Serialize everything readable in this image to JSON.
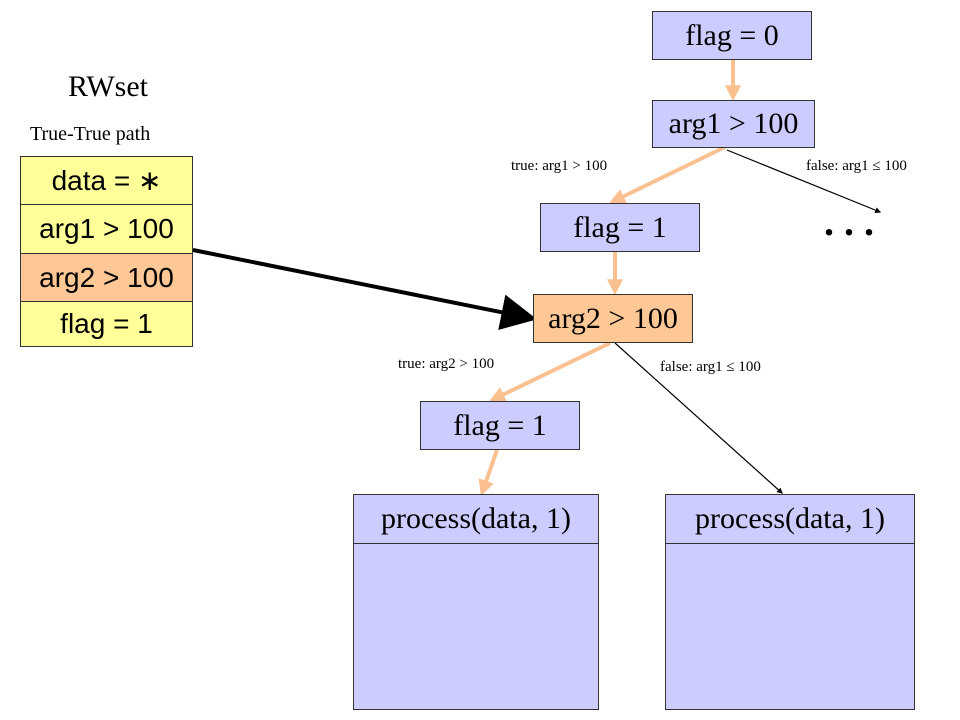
{
  "rwset": {
    "title": "RWset",
    "subtitle": "True-True path",
    "items": [
      "data = ∗",
      "arg1 > 100",
      "arg2 > 100",
      "flag = 1"
    ]
  },
  "nodes": {
    "flag0": "flag = 0",
    "arg1": "arg1 > 100",
    "flag1_a": "flag = 1",
    "arg2": "arg2 > 100",
    "flag1_b": "flag = 1",
    "process_left": "process(data, 1)",
    "process_right": "process(data, 1)"
  },
  "edges": {
    "arg1_true": "true: arg1 > 100",
    "arg1_false": "false: arg1  ≤  100",
    "arg2_true": "true: arg2 > 100",
    "arg2_false": "false: arg1  ≤  100"
  },
  "ellipsis": ". . .",
  "colors": {
    "node_fill": "#ccccff",
    "highlight_fill": "#fdc896",
    "rwset_fill": "#ffff99",
    "path_arrow": "#fac08f"
  }
}
